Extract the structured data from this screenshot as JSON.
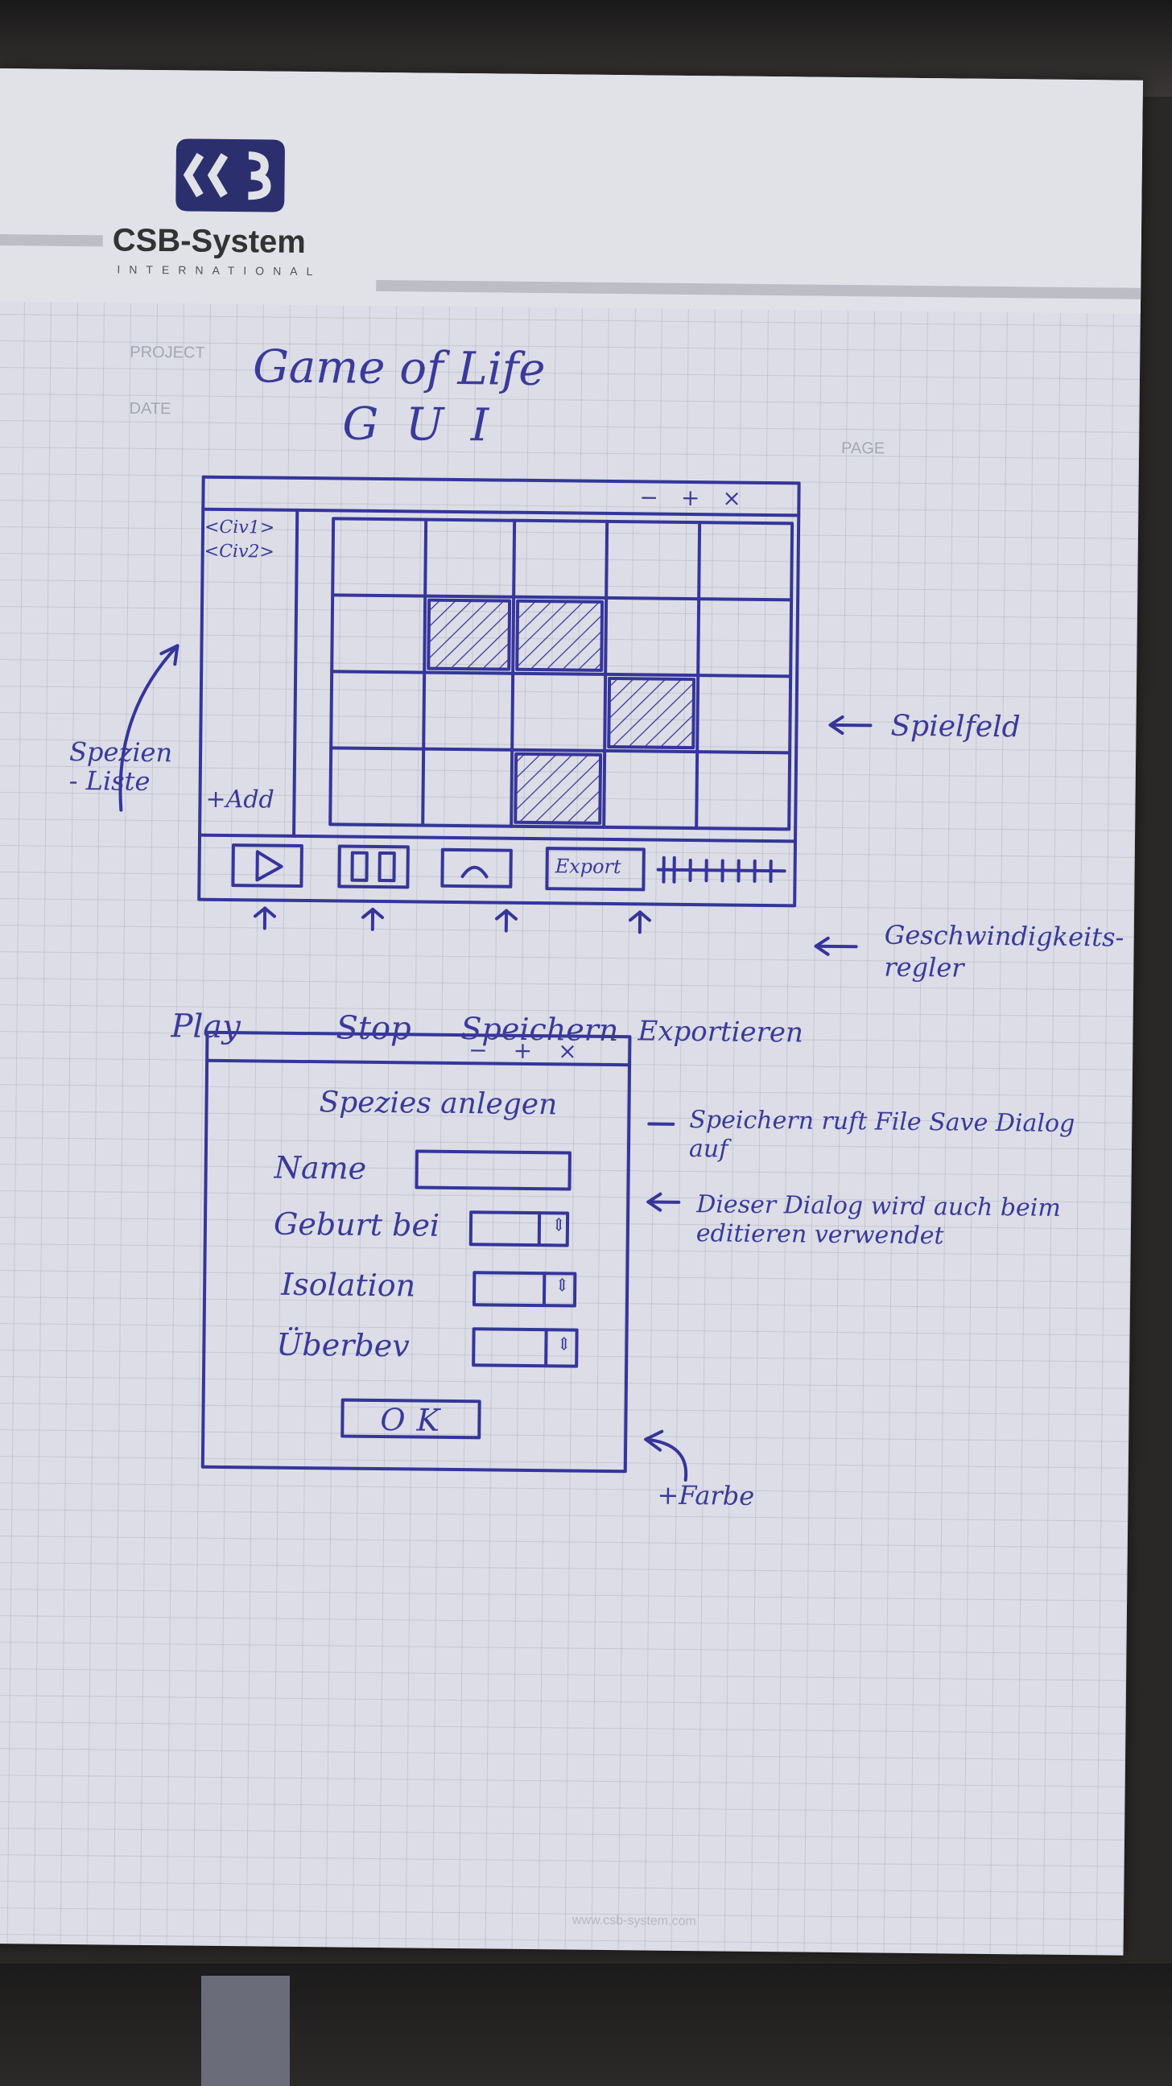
{
  "branding": {
    "company": "CSB-System",
    "subtitle": "INTERNATIONAL",
    "website": "www.csb-system.com"
  },
  "form_fields": {
    "project": "PROJECT",
    "date": "DATE",
    "page": "PAGE"
  },
  "sketch": {
    "title": "Game of Life",
    "subtitle": "G U I",
    "main_window": {
      "window_controls": [
        "−",
        "+",
        "×"
      ],
      "species_list": [
        "<Civ1>",
        "<Civ2>"
      ],
      "add_button": "+Add",
      "export_button": "Export",
      "grid": {
        "rows": 4,
        "cols": 5,
        "filled_cells": [
          [
            1,
            1
          ],
          [
            1,
            2
          ],
          [
            2,
            3
          ],
          [
            3,
            2
          ]
        ]
      }
    },
    "annotations": {
      "species_list": "Spezien - Liste",
      "playfield": "Spielfeld",
      "speed_slider": "Geschwindigkeits- regler",
      "play": "Play",
      "stop": "Stop",
      "save": "Speichern",
      "export": "Exportieren"
    },
    "dialog": {
      "window_controls": [
        "−",
        "+",
        "×"
      ],
      "title": "Spezies anlegen",
      "fields": [
        "Name",
        "Geburt bei",
        "Isolation",
        "Überbev"
      ],
      "ok_button": "OK",
      "note_save": "Speichern ruft File Save Dialog auf",
      "note_edit": "Dieser Dialog wird auch beim editieren verwendet",
      "note_color": "+Farbe"
    }
  },
  "colors": {
    "ink": "#35359a",
    "paper": "#dcdde6",
    "logo": "#2b2f6e"
  }
}
